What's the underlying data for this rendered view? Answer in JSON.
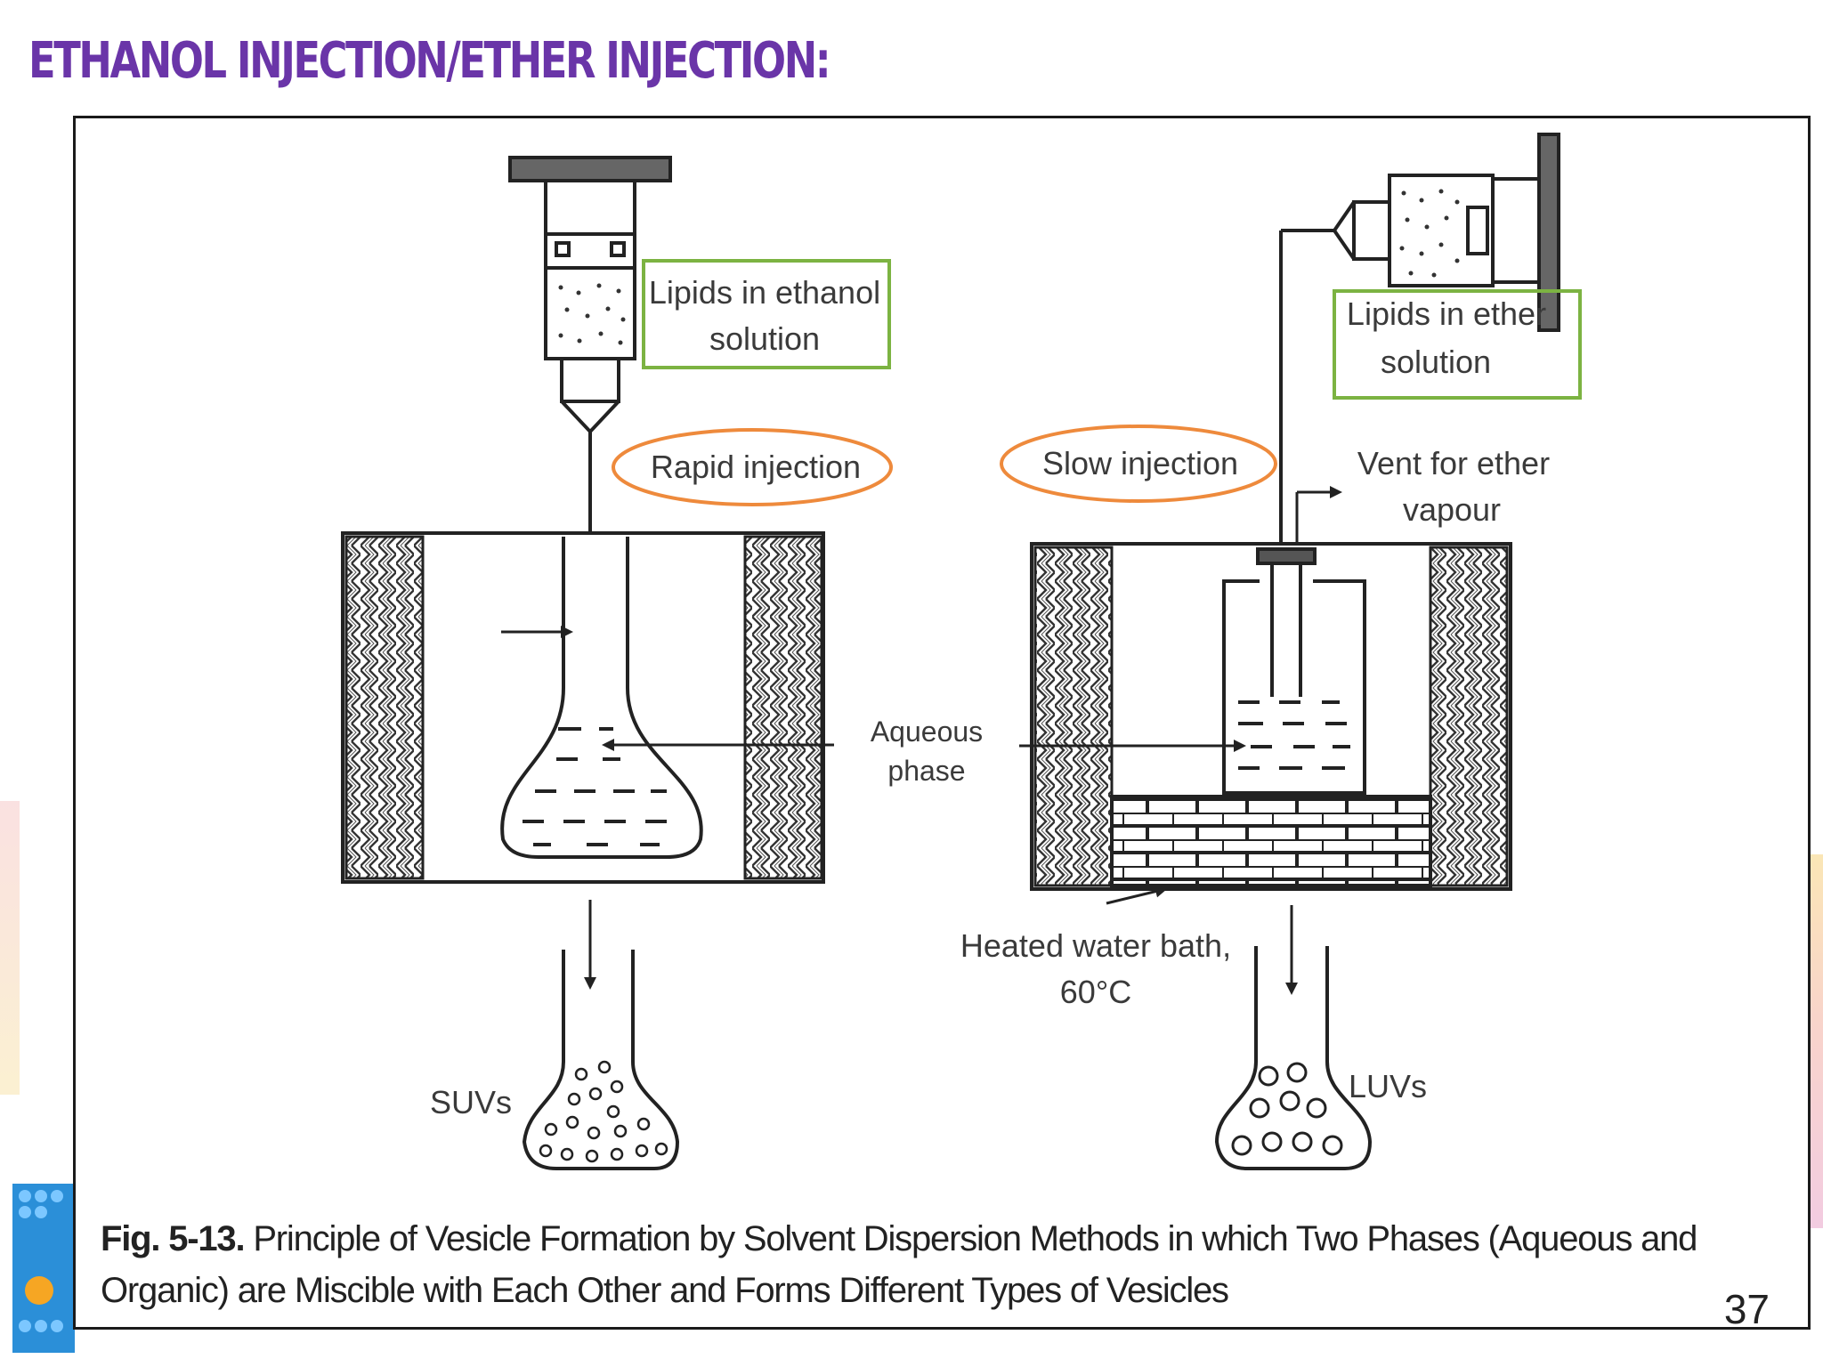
{
  "slide": {
    "title": "ETHANOL INJECTION/ETHER INJECTION:",
    "page_number": "37"
  },
  "colors": {
    "title": "#6a35a8",
    "callout_box": "#7cb342",
    "callout_ellipse": "#ee8a3c",
    "line": "#2a2a2a"
  },
  "figure": {
    "labels": {
      "lipids_ethanol_line1": "Lipids in ethanol",
      "lipids_ethanol_line2": "solution",
      "lipids_ether_line1": "Lipids in ether",
      "lipids_ether_line2": "solution",
      "rapid_injection": "Rapid injection",
      "slow_injection": "Slow injection",
      "vent_line1": "Vent for ether",
      "vent_line2": "vapour",
      "aqueous_line1": "Aqueous",
      "aqueous_line2": "phase",
      "heated_line1": "Heated water bath,",
      "heated_line2": "60°C",
      "suvs": "SUVs",
      "luvs": "LUVs"
    },
    "caption": {
      "fig_number": "Fig. 5-13.",
      "text": "Principle of Vesicle Formation by Solvent Dispersion Methods in which Two Phases (Aqueous and Organic) are Miscible with Each Other and Forms Different Types of Vesicles"
    }
  }
}
